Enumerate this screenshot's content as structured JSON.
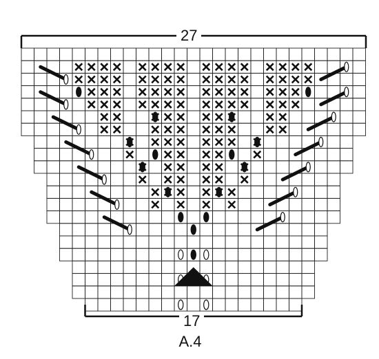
{
  "diagram": {
    "top_stitch_count": "27",
    "bottom_stitch_count": "17",
    "chart_name": "A.4"
  },
  "symbols": {
    "colors": {
      "ink": "#111111",
      "grid": "#222222",
      "background": "#ffffff"
    }
  }
}
